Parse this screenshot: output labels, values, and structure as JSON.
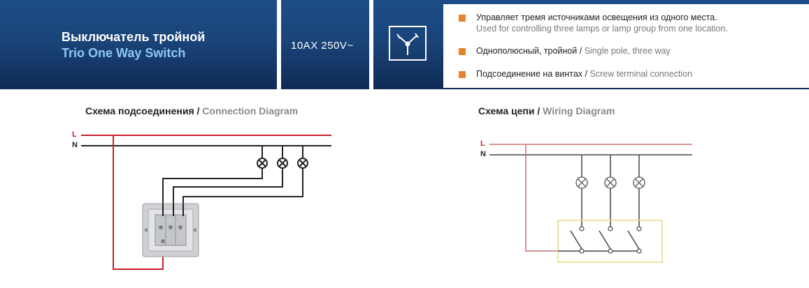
{
  "header": {
    "title_ru": "Выключатель тройной",
    "title_en": "Trio One Way Switch",
    "rating": "10AX 250V~"
  },
  "features": [
    {
      "ru": "Управляет тремя источниками освещения из одного места.",
      "en": "Used for controlling three  lamps or lamp group from one location."
    },
    {
      "ru": "Однополюсный, тройной",
      "sep": "/",
      "en": "Single pole, three way"
    },
    {
      "ru": "Подсоединение на винтах",
      "sep": "/",
      "en": "Screw terminal connection"
    }
  ],
  "connection_diagram": {
    "title_ru": "Схема подсоединения",
    "sep": "/",
    "title_en": "Connection Diagram",
    "label_l": "L",
    "label_n": "N"
  },
  "wiring_diagram": {
    "title_ru": "Схема цепи",
    "sep": "/",
    "title_en": "Wiring Diagram",
    "label_l": "L",
    "label_n": "N"
  },
  "colors": {
    "header_blue": "#1a4479",
    "title_en": "#8dc8f2",
    "bullet": "#e8822a",
    "live_wire": "#c8202b",
    "wiring_live": "#c87070",
    "switch_box": "#e8dc84"
  },
  "icons": [
    "three-way-switch-symbol-icon",
    "lamp-icon",
    "switch-device-icon"
  ]
}
